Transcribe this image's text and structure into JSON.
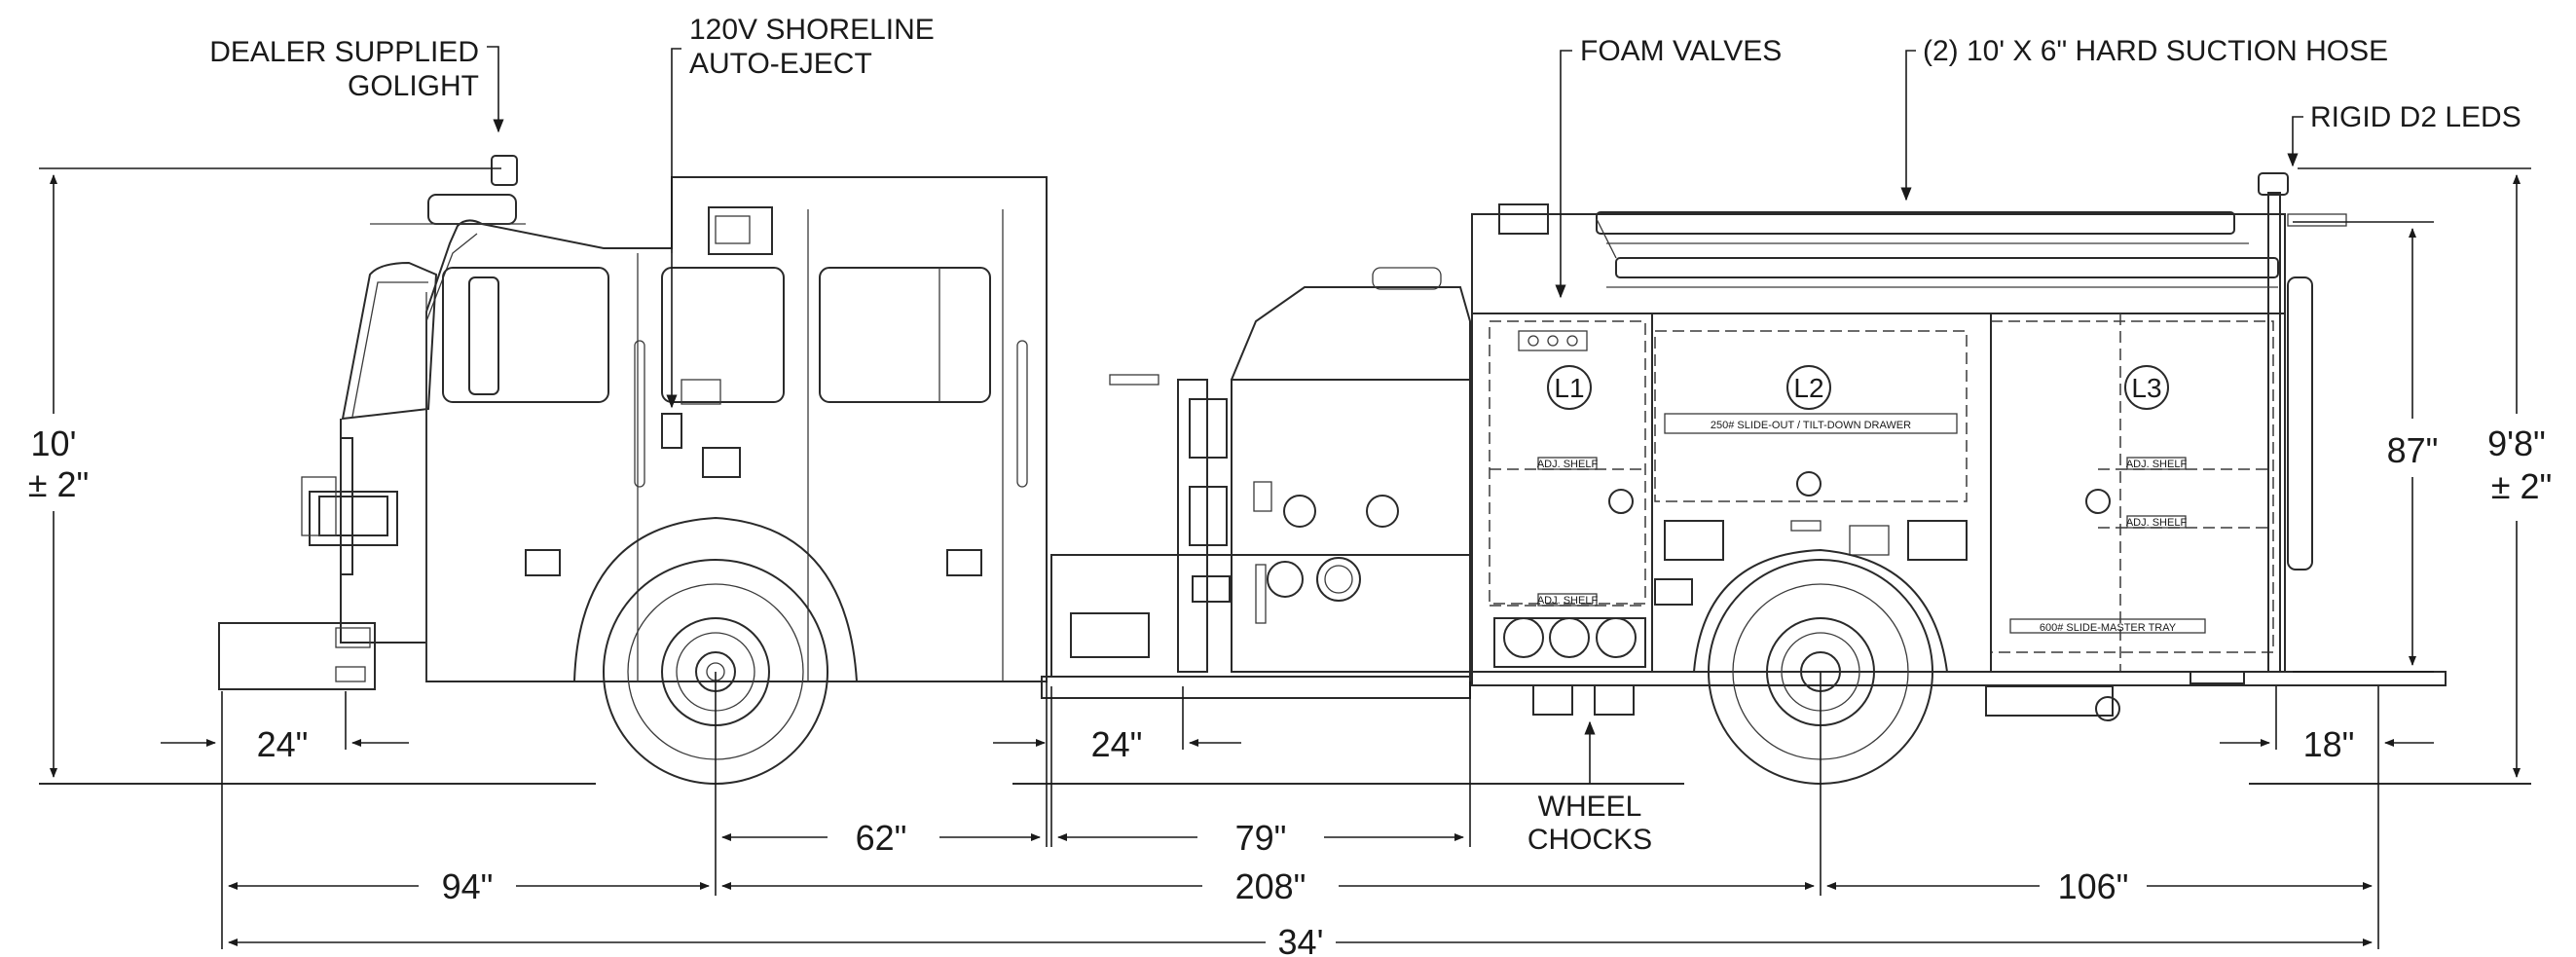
{
  "callouts": {
    "golight": [
      "DEALER SUPPLIED",
      "GOLIGHT"
    ],
    "shoreline": [
      "120V SHORELINE",
      "AUTO-EJECT"
    ],
    "foam_valves": "FOAM VALVES",
    "suction_hose": "(2) 10' X 6\" HARD SUCTION HOSE",
    "leds": "RIGID D2 LEDS",
    "wheel_chocks": [
      "WHEEL",
      "CHOCKS"
    ]
  },
  "compartments": {
    "l1": "L1",
    "l2": "L2",
    "l3": "L3",
    "adj_shelf": "ADJ. SHELF",
    "slide_out_drawer": "250# SLIDE-OUT / TILT-DOWN DRAWER",
    "slide_master_tray": "600# SLIDE-MASTER TRAY"
  },
  "dimensions": {
    "overall_height_left": [
      "10'",
      "± 2\""
    ],
    "overall_height_right": [
      "9'8\"",
      "± 2\""
    ],
    "body_height": "87\"",
    "front_overhang": "24\"",
    "pump_gap": "24\"",
    "rear_overhang": "18\"",
    "cab_to_axle": "62\"",
    "pump_module": "79\"",
    "front_to_axle": "94\"",
    "wheelbase": "208\"",
    "rear_axle_to_end": "106\"",
    "overall_length": "34'"
  }
}
